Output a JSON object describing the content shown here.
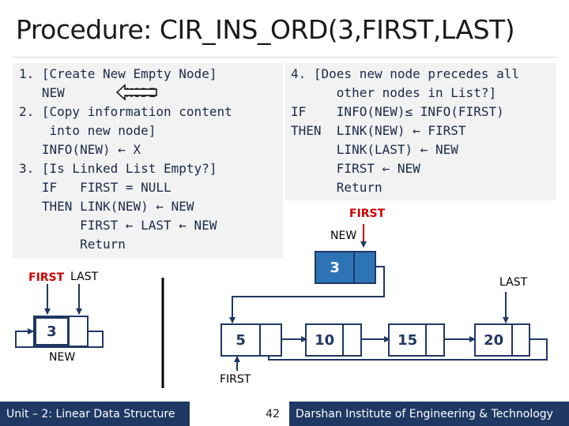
{
  "title": "Procedure: CIR_INS_ORD(3,FIRST,LAST)",
  "code_left": [
    "1. [Create New Empty Node]",
    "   NEW        NODE",
    "2. [Copy information content",
    "    into new node]",
    "   INFO(NEW) ← X",
    "3. [Is Linked List Empty?]",
    "   IF   FIRST = NULL",
    "   THEN LINK(NEW) ← NEW",
    "        FIRST ← LAST ← NEW",
    "        Return"
  ],
  "code_right": [
    "4. [Does new node precedes all",
    "      other nodes in List?]",
    "IF    INFO(NEW)≤ INFO(FIRST)",
    "THEN  LINK(NEW) ← FIRST",
    "      LINK(LAST) ← NEW",
    "      FIRST ← NEW",
    "      Return"
  ],
  "labels": {
    "first_left": "FIRST",
    "last_left": "LAST",
    "new_left": "NEW",
    "first_top": "FIRST",
    "new_top": "NEW",
    "last_right": "LAST",
    "first_bottom": "FIRST"
  },
  "nodes": {
    "left_node": "3",
    "new_node": "3",
    "n1": "5",
    "n2": "10",
    "n3": "15",
    "n4": "20"
  },
  "footer": {
    "left": "Unit – 2: Linear Data Structure",
    "page": "42",
    "right": "Darshan Institute of Engineering & Technology"
  },
  "colors": {
    "accent_red": "#cc0000",
    "node_blue": "#2e74b5",
    "footer_bg": "#1f3864"
  }
}
